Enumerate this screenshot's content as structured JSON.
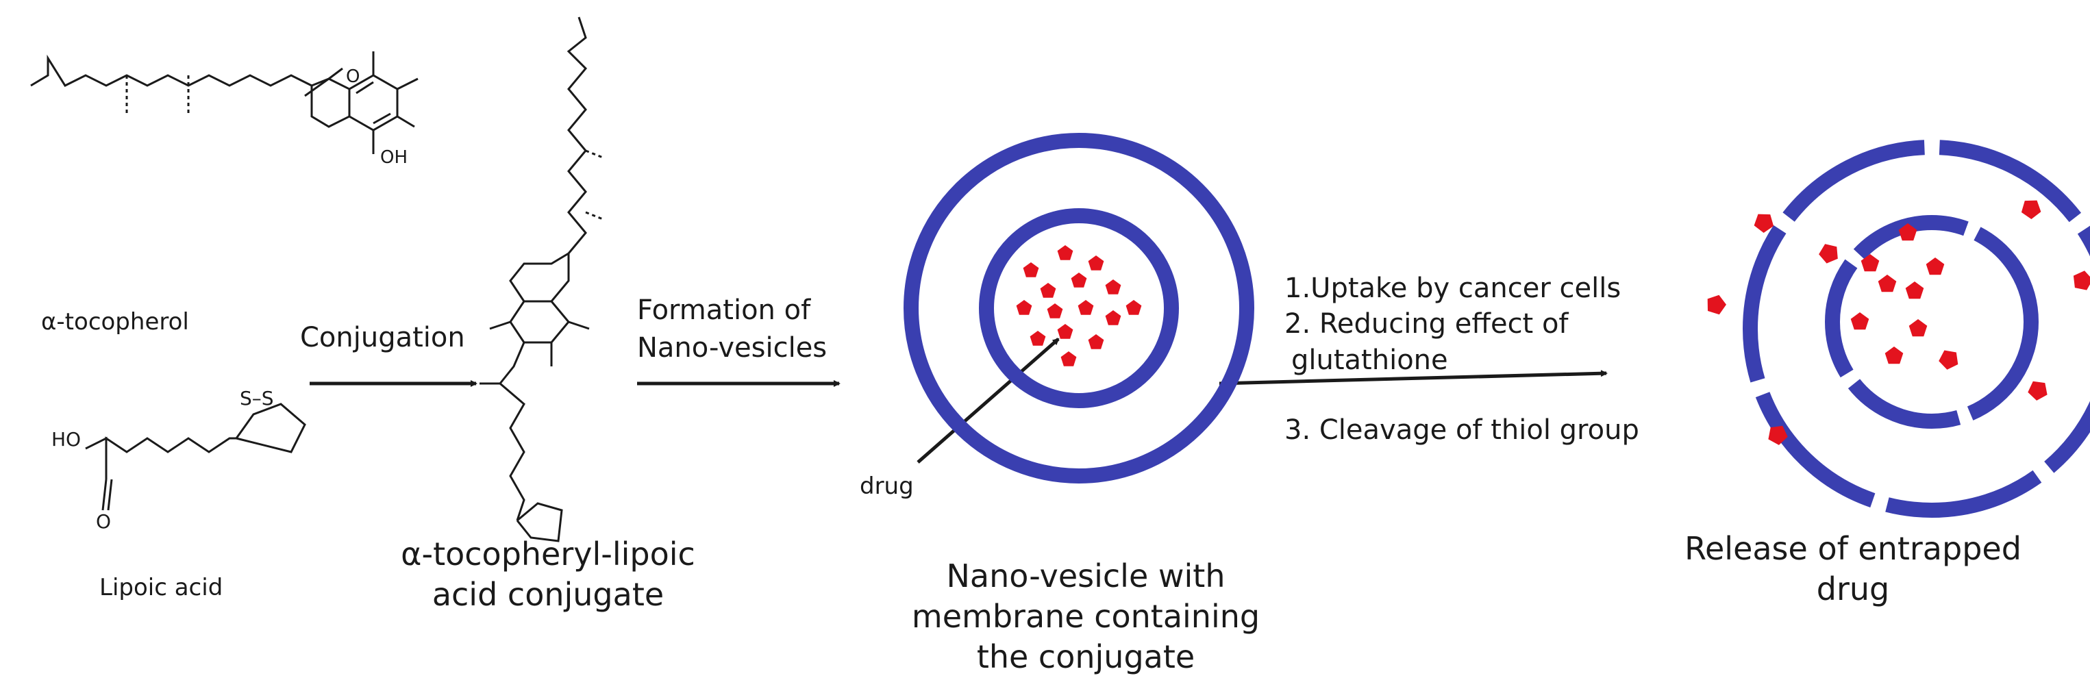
{
  "molecules": {
    "tocopherol": {
      "name": "α-tocopherol",
      "oh": "OH"
    },
    "lipoic": {
      "name": "Lipoic acid",
      "ho": "HO",
      "o": "O",
      "ss": "S–S"
    }
  },
  "steps": {
    "conjugation": "Conjugation",
    "formation_line1": "Formation of",
    "formation_line2": "Nano-vesicles",
    "drug": "drug",
    "step1": "1.Uptake by cancer cells",
    "step2_line1": "2. Reducing effect of",
    "step2_line2": "glutathione",
    "step3": "3. Cleavage of thiol group"
  },
  "captions": {
    "conjugate_line1": "α-tocopheryl-lipoic",
    "conjugate_line2": "acid conjugate",
    "vesicle_line1": "Nano-vesicle with",
    "vesicle_line2": "membrane containing",
    "vesicle_line3": "the conjugate",
    "release_line1": "Release of entrapped",
    "release_line2": "drug"
  },
  "colors": {
    "membrane": "#3a3fb0",
    "drug": "#e3131e",
    "line": "#1a1a1a"
  }
}
